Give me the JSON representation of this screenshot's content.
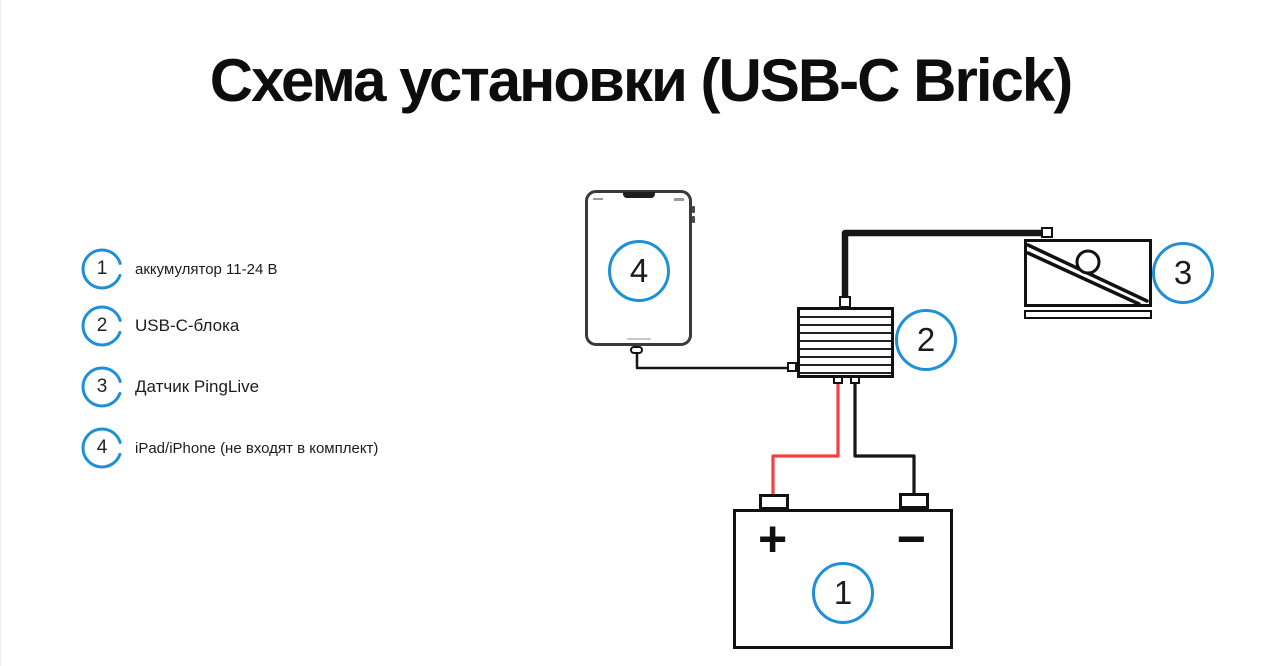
{
  "title": "Схема установки (USB-C Brick)",
  "legend": {
    "items": [
      {
        "number": "1",
        "label": "аккумулятор 11-24 В"
      },
      {
        "number": "2",
        "label": "USB-C-блока"
      },
      {
        "number": "3",
        "label": "Датчик PingLive"
      },
      {
        "number": "4",
        "label": "iPad/iPhone (не входят в комплект)"
      }
    ]
  },
  "diagram": {
    "battery": {
      "number": "1",
      "positive_label": "+",
      "negative_label": "−"
    },
    "usb_c_brick": {
      "number": "2"
    },
    "sensor": {
      "number": "3"
    },
    "tablet": {
      "number": "4"
    },
    "colors": {
      "accent_blue": "#1f8fd6",
      "wire_red": "#f54040",
      "wire_black": "#161616",
      "outline_black": "#111111"
    }
  }
}
